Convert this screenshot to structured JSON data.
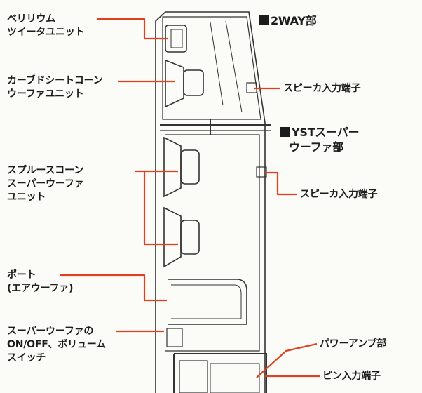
{
  "colors": {
    "leader": "#e0401e",
    "ink": "#1c1c1c",
    "line": "#333333"
  },
  "sections": {
    "top": "2WAY部",
    "bottom_line1": "YSTスーパー",
    "bottom_line2": "ウーファ部"
  },
  "labels": {
    "beryllium_line1": "ベリリウム",
    "beryllium_line2": "ツイータユニット",
    "curved_line1": "カーブドシートコーン",
    "curved_line2": "ウーファユニット",
    "spruce_line1": "スプルースコーン",
    "spruce_line2": "スーパーウーファ",
    "spruce_line3": "ユニット",
    "port_line1": "ポート",
    "port_line2": "(エアウーファ)",
    "switch_line1": "スーパーウーファの",
    "switch_line2": "ON/OFF、ボリューム",
    "switch_line3": "スイッチ",
    "terminal_upper": "スピーカ入力端子",
    "terminal_lower": "スピーカ入力端子",
    "power_amp": "パワーアンプ部",
    "pin_input": "ピン入力端子"
  }
}
